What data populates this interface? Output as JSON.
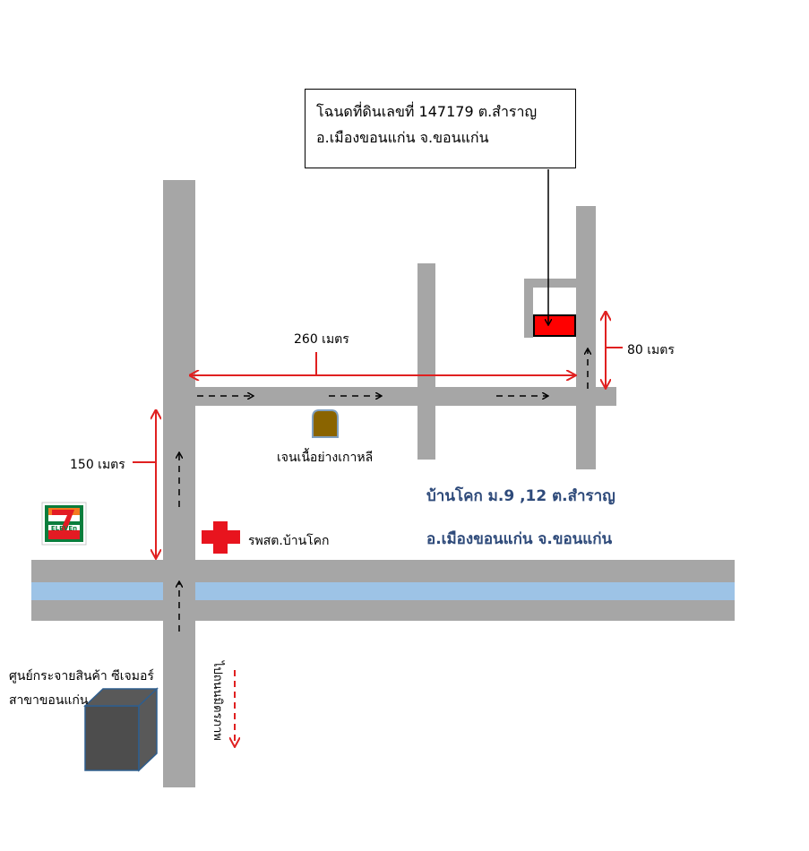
{
  "callout": {
    "line1": "โฉนดที่ดินเลขที่ 147179  ต.สำราญ",
    "line2": "อ.เมืองขอนแก่น  จ.ขอนแก่น"
  },
  "distances": {
    "d260": "260 เมตร",
    "d80": "80 เมตร",
    "d150": "150 เมตร"
  },
  "landmarks": {
    "restaurant": "เจนเนื้อย่างเกาหลี",
    "health_center": "รพสต.บ้านโคก",
    "distribution_center_line1": "ศูนย์กระจายสินค้า  ซีเจมอร์",
    "distribution_center_line2": "สาขาขอนแก่น",
    "to_mittraphap": "ไปถนนมิตรภาพ",
    "seven_eleven": "ELEVEn"
  },
  "village": {
    "line1": "บ้านโคก ม.9 ,12  ต.สำราญ",
    "line2": "อ.เมืองขอนแก่น จ.ขอนแก่น"
  },
  "colors": {
    "road": "#a6a6a6",
    "canal": "#9dc3e6",
    "plot": "#ff0000",
    "measure": "#e02020",
    "village_text": "#2e4a7a",
    "restaurant_icon": "#8a6400",
    "building": "#4d4d4d"
  }
}
